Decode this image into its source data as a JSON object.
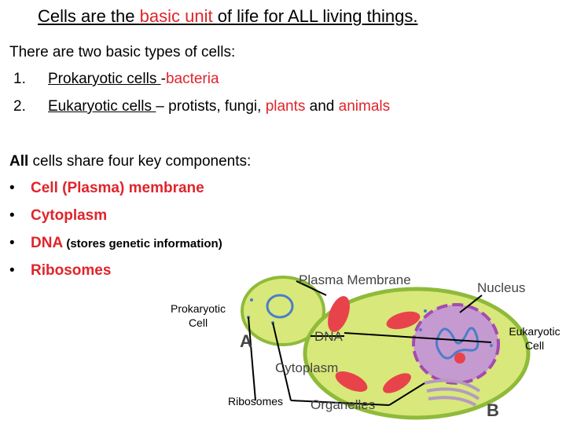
{
  "title": {
    "part1": "Cells are the ",
    "highlight": "basic unit ",
    "part2": "of life for ALL living things."
  },
  "intro": "There are two basic types of cells:",
  "types": [
    {
      "num": "1.",
      "name": "Prokaryotic cells ",
      "sep": "-",
      "desc": "bacteria"
    },
    {
      "num": "2.",
      "name": "Eukaryotic cells ",
      "sep": "– protists, fungi, ",
      "plants": "plants",
      "and": " and ",
      "animals": "animals"
    }
  ],
  "components": {
    "lead_bold": "All",
    "lead_rest": " cells share four key components:",
    "bullet": "•",
    "items": [
      {
        "label": "Cell (Plasma) membrane",
        "note": ""
      },
      {
        "label": "Cytoplasm",
        "note": ""
      },
      {
        "label": "DNA",
        "note": " (stores genetic information)"
      },
      {
        "label": "Ribosomes",
        "note": ""
      }
    ]
  },
  "diagram": {
    "labels": {
      "plasma_membrane": "Plasma Membrane",
      "nucleus": "Nucleus",
      "dna": "DNA",
      "cytoplasm": "Cytoplasm",
      "organelles": "Organelles",
      "a": "A",
      "b": "B"
    },
    "captions": {
      "prokaryotic": [
        "Prokaryotic",
        "Cell"
      ],
      "eukaryotic": [
        "Eukaryotic",
        "Cell"
      ],
      "ribosomes": "Ribosomes"
    }
  },
  "colors": {
    "accent_red": "#e0242b",
    "cell_fill": "#d8e87a",
    "cell_border": "#8fba3a",
    "organelle_red": "#e8434a",
    "nucleus_purple": "#a54bb0",
    "ribosome_blue": "#4a7ec8"
  }
}
